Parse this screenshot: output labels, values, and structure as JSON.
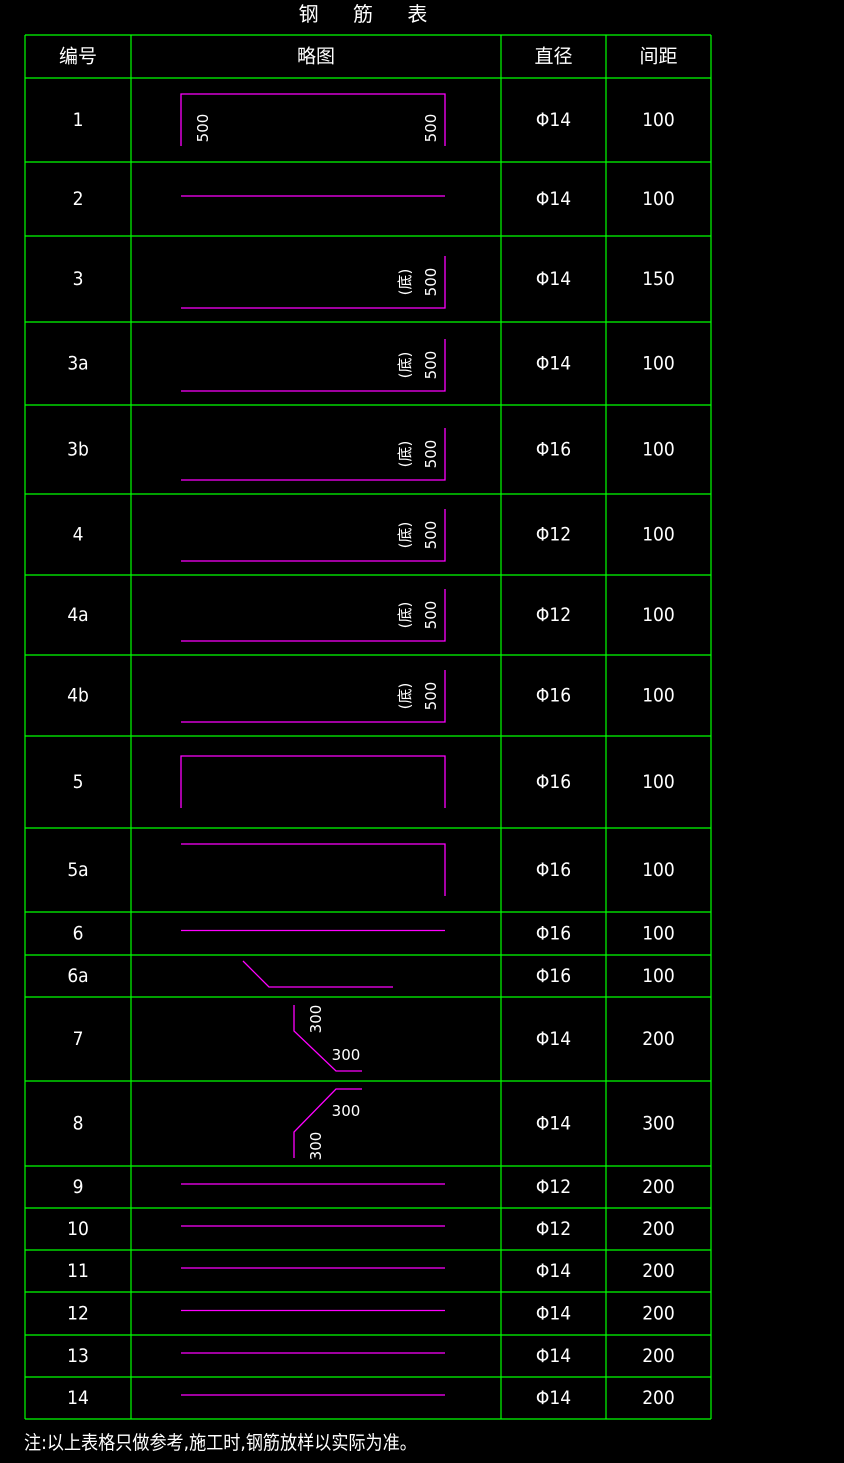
{
  "table_title": "钢 筋 表",
  "headers": {
    "id": "编号",
    "sketch": "略图",
    "diameter": "直径",
    "spacing": "间距"
  },
  "colors": {
    "grid": "#00ff00",
    "rebar": "#ff00ff",
    "text": "#ffffff",
    "background": "#000000"
  },
  "rows": [
    {
      "id": "1",
      "shape": "u-down",
      "dims": [
        "500",
        "500"
      ],
      "diameter": "Φ14",
      "spacing": "100"
    },
    {
      "id": "2",
      "shape": "straight",
      "dims": [],
      "diameter": "Φ14",
      "spacing": "100"
    },
    {
      "id": "3",
      "shape": "l-hook-right",
      "dims": [
        "(底)",
        "500"
      ],
      "diameter": "Φ14",
      "spacing": "150"
    },
    {
      "id": "3a",
      "shape": "l-hook-right",
      "dims": [
        "(底)",
        "500"
      ],
      "diameter": "Φ14",
      "spacing": "100"
    },
    {
      "id": "3b",
      "shape": "l-hook-right",
      "dims": [
        "(底)",
        "500"
      ],
      "diameter": "Φ16",
      "spacing": "100"
    },
    {
      "id": "4",
      "shape": "l-hook-right",
      "dims": [
        "(底)",
        "500"
      ],
      "diameter": "Φ12",
      "spacing": "100"
    },
    {
      "id": "4a",
      "shape": "l-hook-right",
      "dims": [
        "(底)",
        "500"
      ],
      "diameter": "Φ12",
      "spacing": "100"
    },
    {
      "id": "4b",
      "shape": "l-hook-right",
      "dims": [
        "(底)",
        "500"
      ],
      "diameter": "Φ16",
      "spacing": "100"
    },
    {
      "id": "5",
      "shape": "u-down",
      "dims": [],
      "diameter": "Φ16",
      "spacing": "100"
    },
    {
      "id": "5a",
      "shape": "top-hook-right",
      "dims": [],
      "diameter": "Φ16",
      "spacing": "100"
    },
    {
      "id": "6",
      "shape": "straight",
      "dims": [],
      "diameter": "Φ16",
      "spacing": "100"
    },
    {
      "id": "6a",
      "shape": "bent-start",
      "dims": [],
      "diameter": "Φ16",
      "spacing": "100"
    },
    {
      "id": "7",
      "shape": "z-down",
      "dims": [
        "300",
        "300"
      ],
      "diameter": "Φ14",
      "spacing": "200"
    },
    {
      "id": "8",
      "shape": "z-up",
      "dims": [
        "300",
        "300"
      ],
      "diameter": "Φ14",
      "spacing": "300"
    },
    {
      "id": "9",
      "shape": "straight",
      "dims": [],
      "diameter": "Φ12",
      "spacing": "200"
    },
    {
      "id": "10",
      "shape": "straight",
      "dims": [],
      "diameter": "Φ12",
      "spacing": "200"
    },
    {
      "id": "11",
      "shape": "straight",
      "dims": [],
      "diameter": "Φ14",
      "spacing": "200"
    },
    {
      "id": "12",
      "shape": "straight",
      "dims": [],
      "diameter": "Φ14",
      "spacing": "200"
    },
    {
      "id": "13",
      "shape": "straight",
      "dims": [],
      "diameter": "Φ14",
      "spacing": "200"
    },
    {
      "id": "14",
      "shape": "straight",
      "dims": [],
      "diameter": "Φ14",
      "spacing": "200"
    }
  ],
  "note": "注:以上表格只做参考,施工时,钢筋放样以实际为准。"
}
